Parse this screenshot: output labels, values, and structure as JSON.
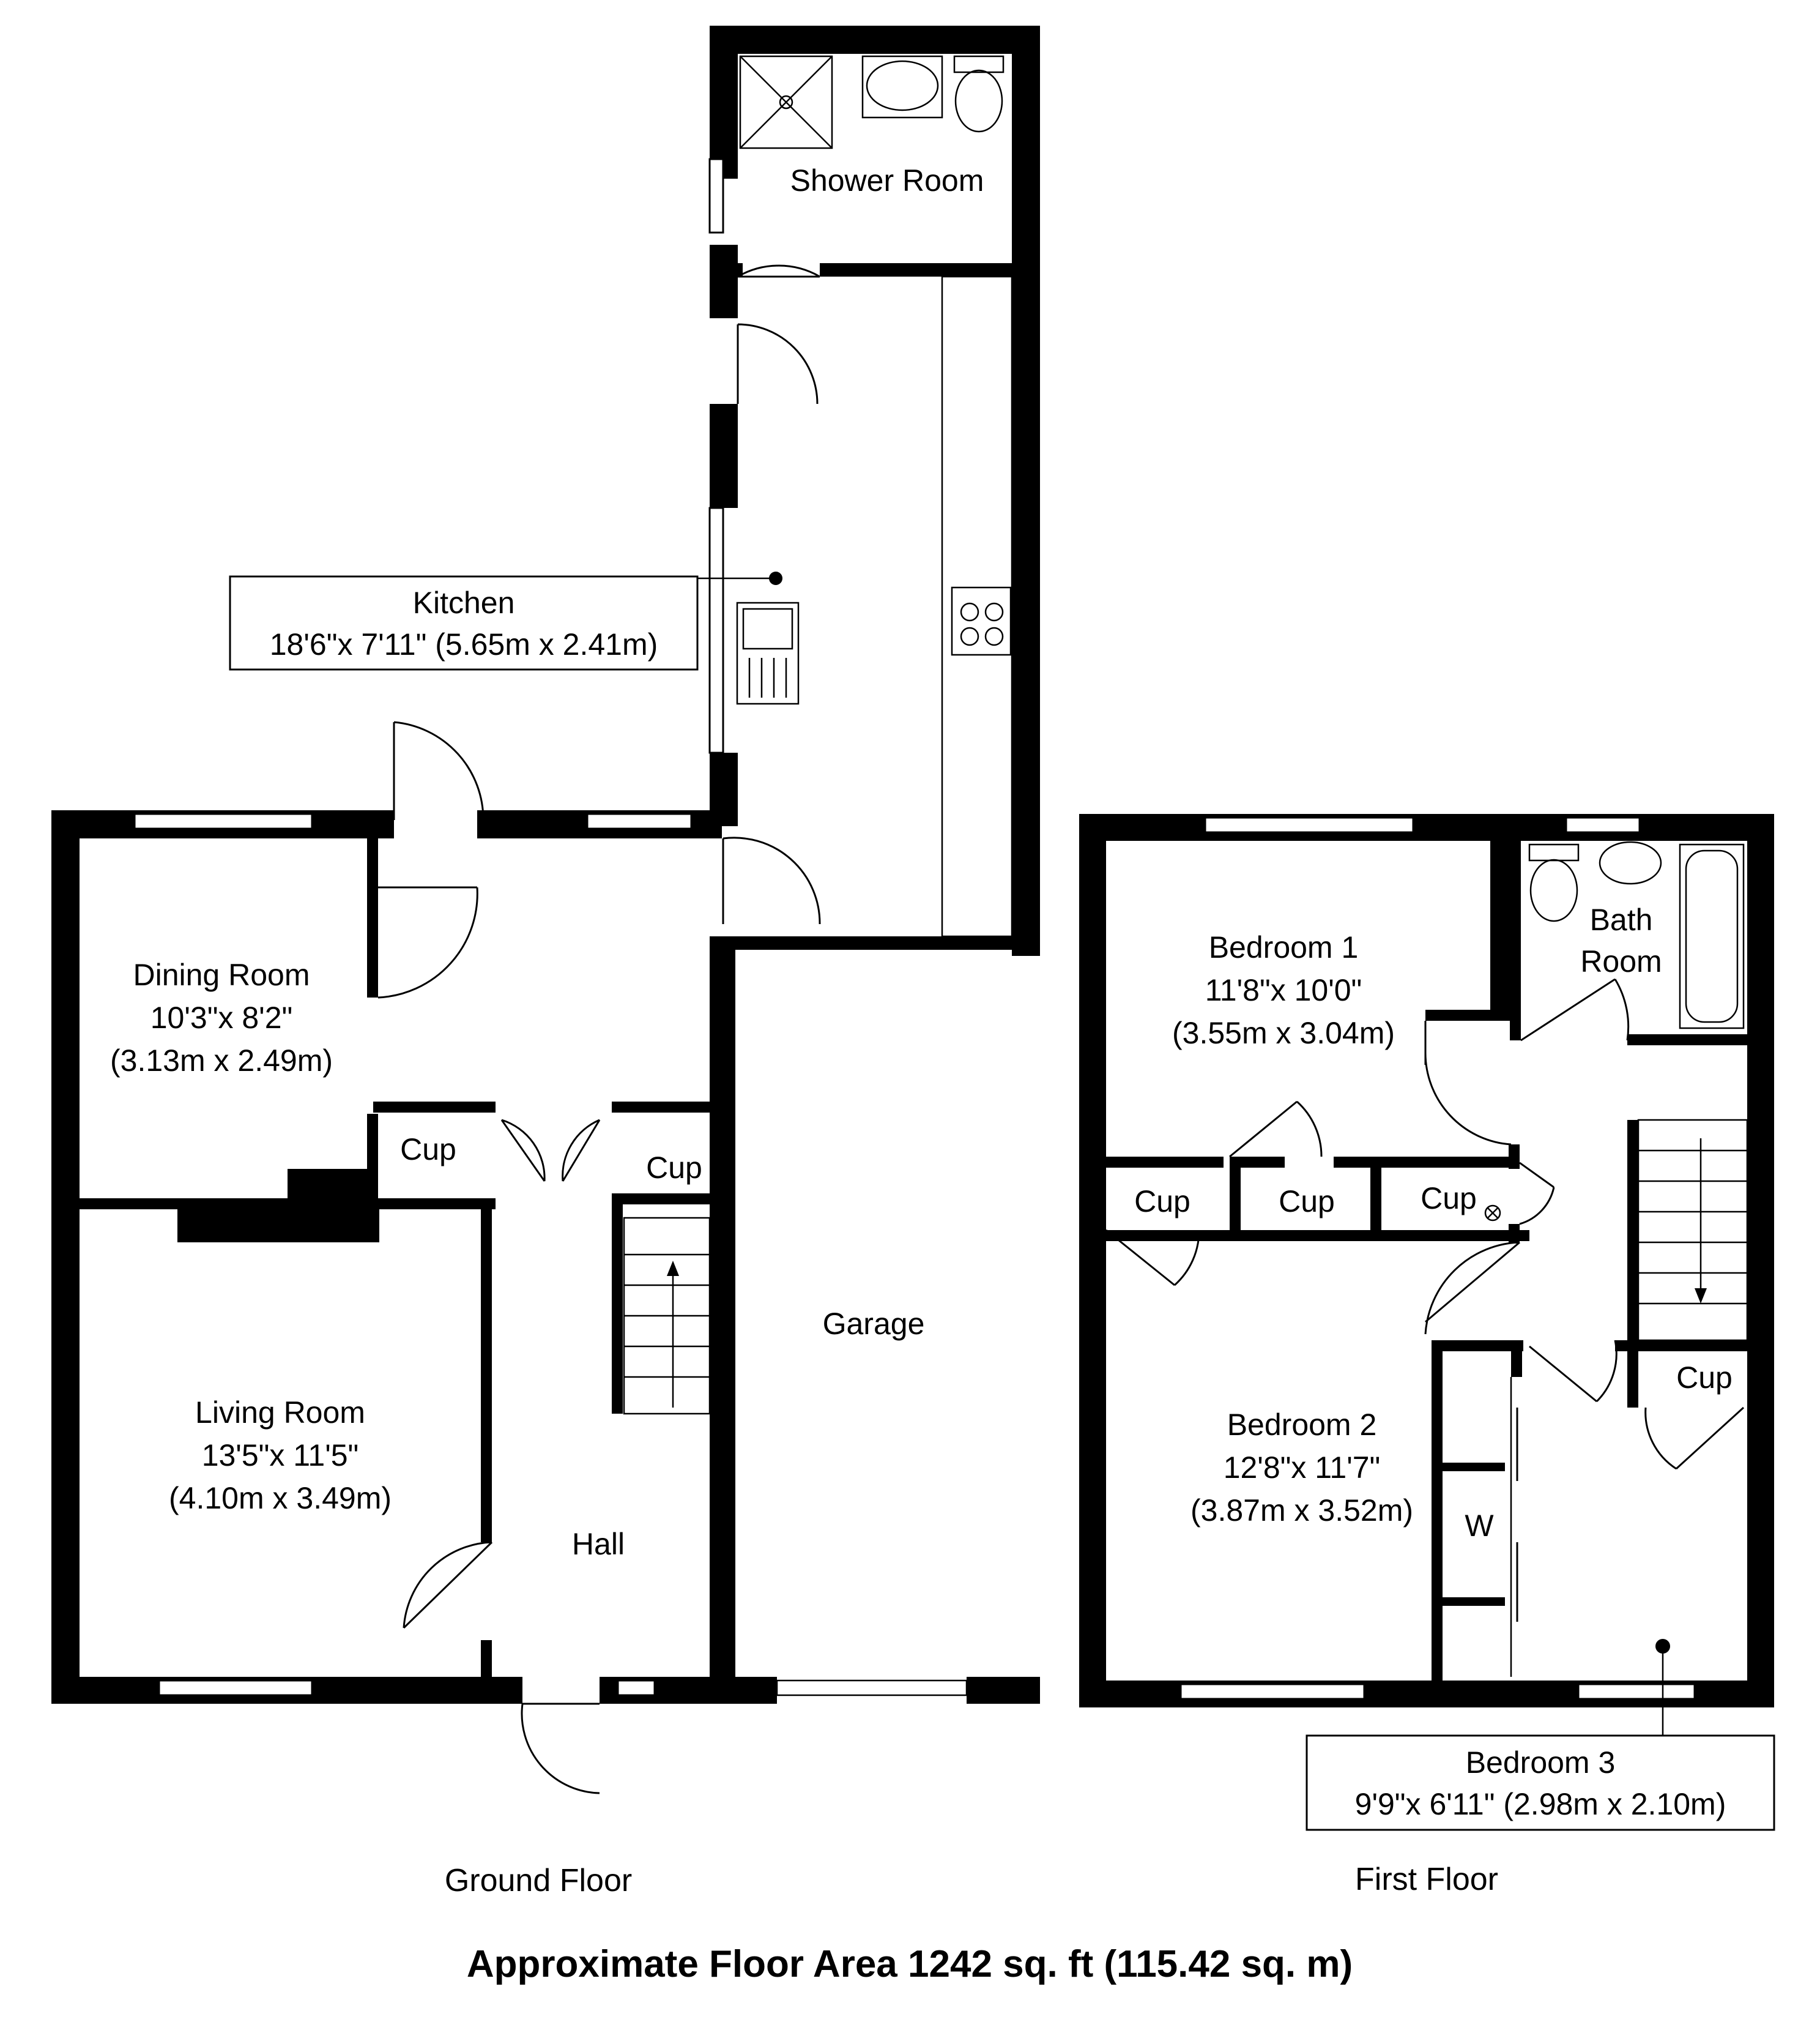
{
  "ground_floor": {
    "caption": "Ground Floor",
    "rooms": {
      "shower_room": {
        "name": "Shower Room"
      },
      "kitchen": {
        "name": "Kitchen",
        "dims": "18'6\"x 7'11\" (5.65m x 2.41m)"
      },
      "dining_room": {
        "name": "Dining Room",
        "dims_imperial": "10'3\"x 8'2\"",
        "dims_metric": "(3.13m x 2.49m)"
      },
      "living_room": {
        "name": "Living Room",
        "dims_imperial": "13'5\"x 11'5\"",
        "dims_metric": "(4.10m x 3.49m)"
      },
      "hall": {
        "name": "Hall"
      },
      "garage": {
        "name": "Garage"
      },
      "cup_left": {
        "name": "Cup"
      },
      "cup_right": {
        "name": "Cup"
      }
    }
  },
  "first_floor": {
    "caption": "First Floor",
    "rooms": {
      "bedroom1": {
        "name": "Bedroom 1",
        "dims_imperial": "11'8\"x 10'0\"",
        "dims_metric": "(3.55m x 3.04m)"
      },
      "bathroom": {
        "line1": "Bath",
        "line2": "Room"
      },
      "bedroom2": {
        "name": "Bedroom 2",
        "dims_imperial": "12'8\"x 11'7\"",
        "dims_metric": "(3.87m x 3.52m)"
      },
      "bedroom3": {
        "name": "Bedroom 3",
        "dims": "9'9\"x 6'11\" (2.98m x 2.10m)"
      },
      "cup1": {
        "name": "Cup"
      },
      "cup2": {
        "name": "Cup"
      },
      "cup3": {
        "name": "Cup"
      },
      "cup4": {
        "name": "Cup"
      },
      "wardrobe": {
        "name": "W"
      }
    }
  },
  "total_area": "Approximate Floor Area 1242 sq. ft (115.42 sq. m)"
}
